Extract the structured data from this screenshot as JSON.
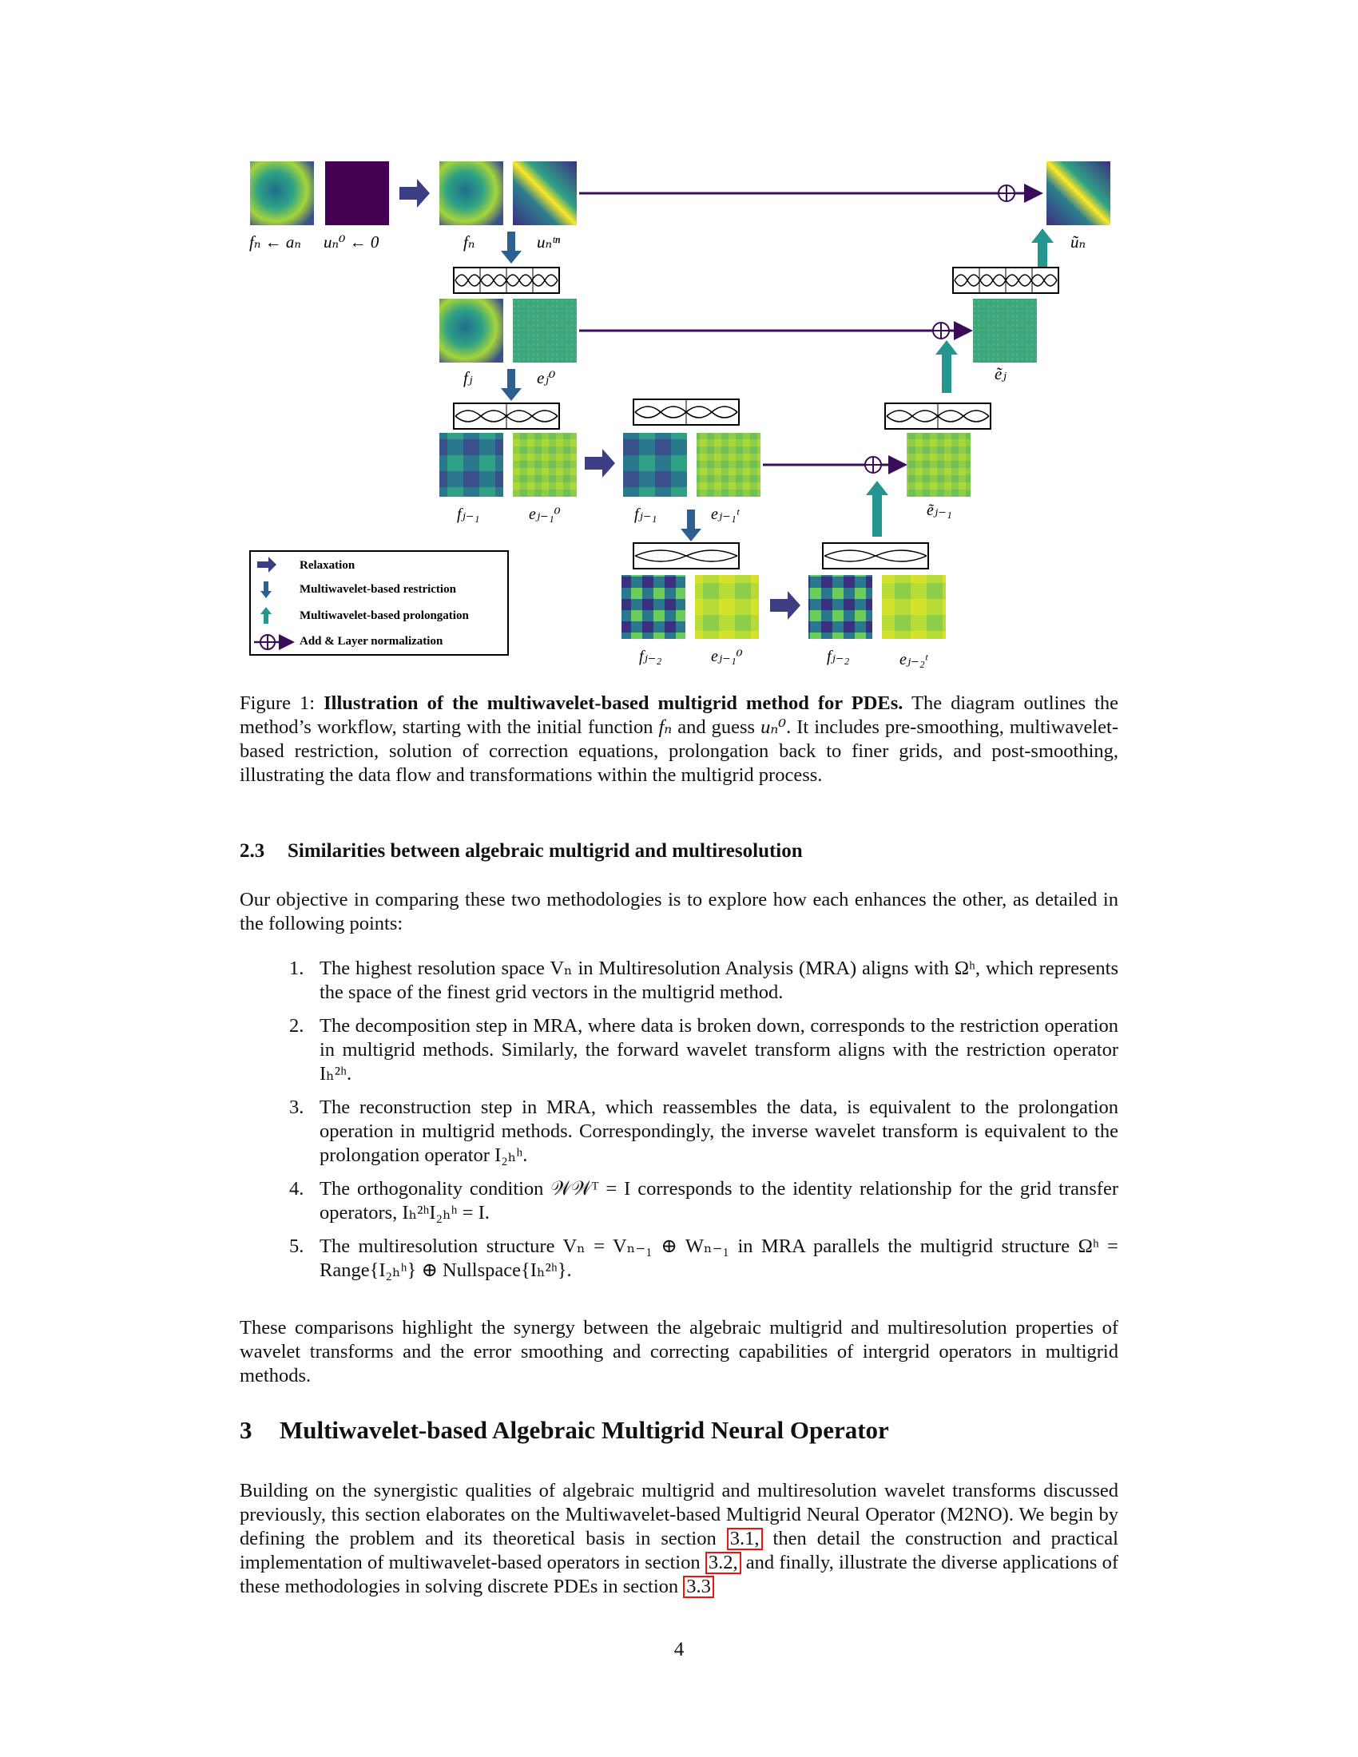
{
  "figure": {
    "labels": {
      "fn_an": "fₙ ← aₙ",
      "un0": "uₙ⁰ ← 0",
      "fn": "fₙ",
      "untn": "uₙᵗⁿ",
      "un_tilde": "ũₙ",
      "fj": "fⱼ",
      "ej0": "eⱼ⁰",
      "ej_tilde": "ẽⱼ",
      "fj1_a": "fⱼ₋₁",
      "ej1_0": "eⱼ₋₁⁰",
      "fj1_b": "fⱼ₋₁",
      "ej1_t": "eⱼ₋₁ᵗ",
      "ej1_tilde": "ẽⱼ₋₁",
      "fj2_a": "fⱼ₋₂",
      "ej2_0": "eⱼ₋₁⁰",
      "fj2_b": "fⱼ₋₂",
      "ej2_t": "eⱼ₋₂ᵗ"
    },
    "legend": {
      "relaxation": "Relaxation",
      "restriction": "Multiwavelet-based restriction",
      "prolongation": "Multiwavelet-based prolongation",
      "add_norm": "Add & Layer normalization"
    },
    "colors": {
      "relax_arrow": "#3d3d84",
      "restrict_arrow": "#2f5f8f",
      "prolong_arrow": "#24968f",
      "skip_line": "#3a0d5a"
    }
  },
  "caption": {
    "label": "Figure 1:",
    "title": "Illustration of the multiwavelet-based multigrid method for PDEs.",
    "text_a": " The diagram outlines the method’s workflow, starting with the initial function ",
    "f_n": "fₙ",
    "text_b": " and guess ",
    "u_n0": "uₙ⁰",
    "text_c": ". It includes pre-smoothing, multiwavelet-based restriction, solution of correction equations, prolongation back to finer grids, and post-smoothing, illustrating the data flow and transformations within the multigrid process."
  },
  "section_2_3": {
    "number": "2.3",
    "title": "Similarities between algebraic multigrid and multiresolution",
    "intro": "Our objective in comparing these two methodologies is to explore how each enhances the other, as detailed in the following points:",
    "items": [
      {
        "n": "1.",
        "text": "The highest resolution space Vₙ in Multiresolution Analysis (MRA) aligns with Ωʰ, which represents the space of the finest grid vectors in the multigrid method."
      },
      {
        "n": "2.",
        "text": "The decomposition step in MRA, where data is broken down, corresponds to the restriction operation in multigrid methods. Similarly, the forward wavelet transform aligns with the restriction operator Iₕ²ʰ."
      },
      {
        "n": "3.",
        "text": "The reconstruction step in MRA, which reassembles the data, is equivalent to the prolongation operation in multigrid methods. Correspondingly, the inverse wavelet transform is equivalent to the prolongation operator I₂ₕʰ."
      },
      {
        "n": "4.",
        "text": "The orthogonality condition 𝒲𝒲ᵀ = I corresponds to the identity relationship for the grid transfer operators, Iₕ²ʰI₂ₕʰ = I."
      },
      {
        "n": "5.",
        "text": "The multiresolution structure Vₙ = Vₙ₋₁ ⊕ Wₙ₋₁ in MRA parallels the multigrid structure Ωʰ = Range{I₂ₕʰ} ⊕ Nullspace{Iₕ²ʰ}."
      }
    ],
    "closing": "These comparisons highlight the synergy between the algebraic multigrid and multiresolution properties of wavelet transforms and the error smoothing and correcting capabilities of intergrid operators in multigrid methods."
  },
  "section_3": {
    "number": "3",
    "title": "Multiwavelet-based Algebraic Multigrid Neural Operator",
    "text_a": "Building on the synergistic qualities of algebraic multigrid and multiresolution wavelet transforms discussed previously, this section elaborates on the Multiwavelet-based Multigrid Neural Operator (M2NO). We begin by defining the problem and its theoretical basis in section ",
    "ref1": "3.1,",
    "text_b": " then detail the construction and practical implementation of multiwavelet-based operators in section ",
    "ref2": "3.2,",
    "text_c": " and finally, illustrate the diverse applications of these methodologies in solving discrete PDEs in section ",
    "ref3": "3.3"
  },
  "page_number": "4"
}
